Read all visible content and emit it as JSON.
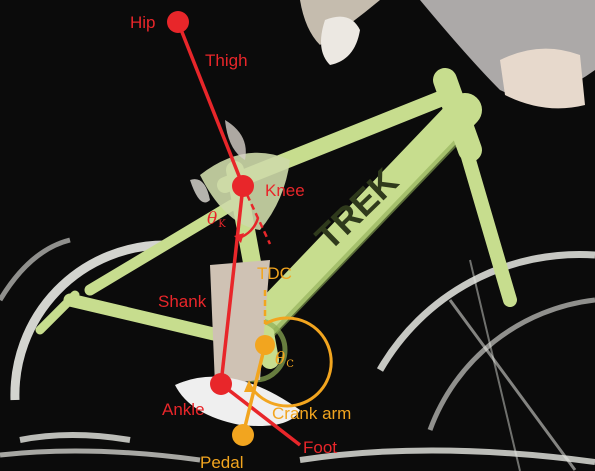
{
  "labels": {
    "hip": "Hip",
    "thigh": "Thigh",
    "knee": "Knee",
    "shank": "Shank",
    "ankle": "Ankle",
    "foot": "Foot",
    "pedal": "Pedal",
    "crank_arm": "Crank arm",
    "tdc": "TDC",
    "theta_knee": {
      "symbol": "θ",
      "sub": "K"
    },
    "theta_crank": {
      "symbol": "θ",
      "sub": "C"
    }
  },
  "bike_brand": "TREK",
  "colors": {
    "background": "#0b0b0b",
    "frame": "#c7dd8e",
    "frame_dark": "#8fae56",
    "tire": "#e9eae4",
    "rider_skin": "#d9cfc0",
    "leg_segments": "#e8262a",
    "crank_overlay": "#f2a51f"
  }
}
